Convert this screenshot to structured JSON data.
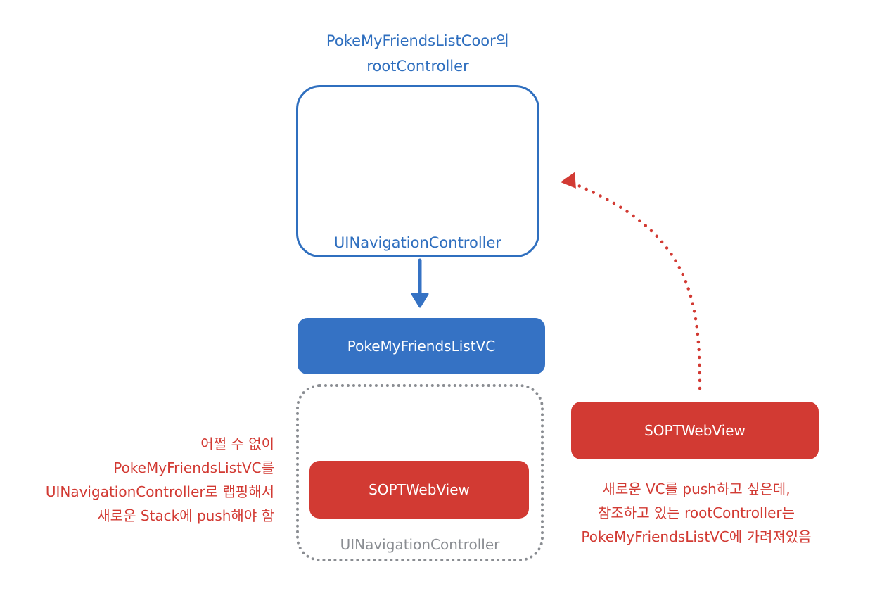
{
  "top_caption": {
    "line1": "PokeMyFriendsListCoor의",
    "line2": "rootController"
  },
  "outer_nav_label": "UINavigationController",
  "vc_box_label": "PokeMyFriendsListVC",
  "dotted_nav_label": "UINavigationController",
  "inner_webview_label": "SOPTWebView",
  "right_webview_label": "SOPTWebView",
  "left_note": {
    "line1": "어쩔 수 없이",
    "line2": "PokeMyFriendsListVC를",
    "line3": "UINavigationController로 랩핑해서",
    "line4": "새로운 Stack에 push해야 함"
  },
  "right_note": {
    "line1": "새로운 VC를 push하고 싶은데,",
    "line2": "참조하고 있는 rootController는",
    "line3": "PokeMyFriendsListVC에 가려져있음"
  },
  "colors": {
    "blue": "#2f6fbf",
    "blue_fill": "#3572c4",
    "red": "#d23a33",
    "gray": "#8a8d92"
  }
}
